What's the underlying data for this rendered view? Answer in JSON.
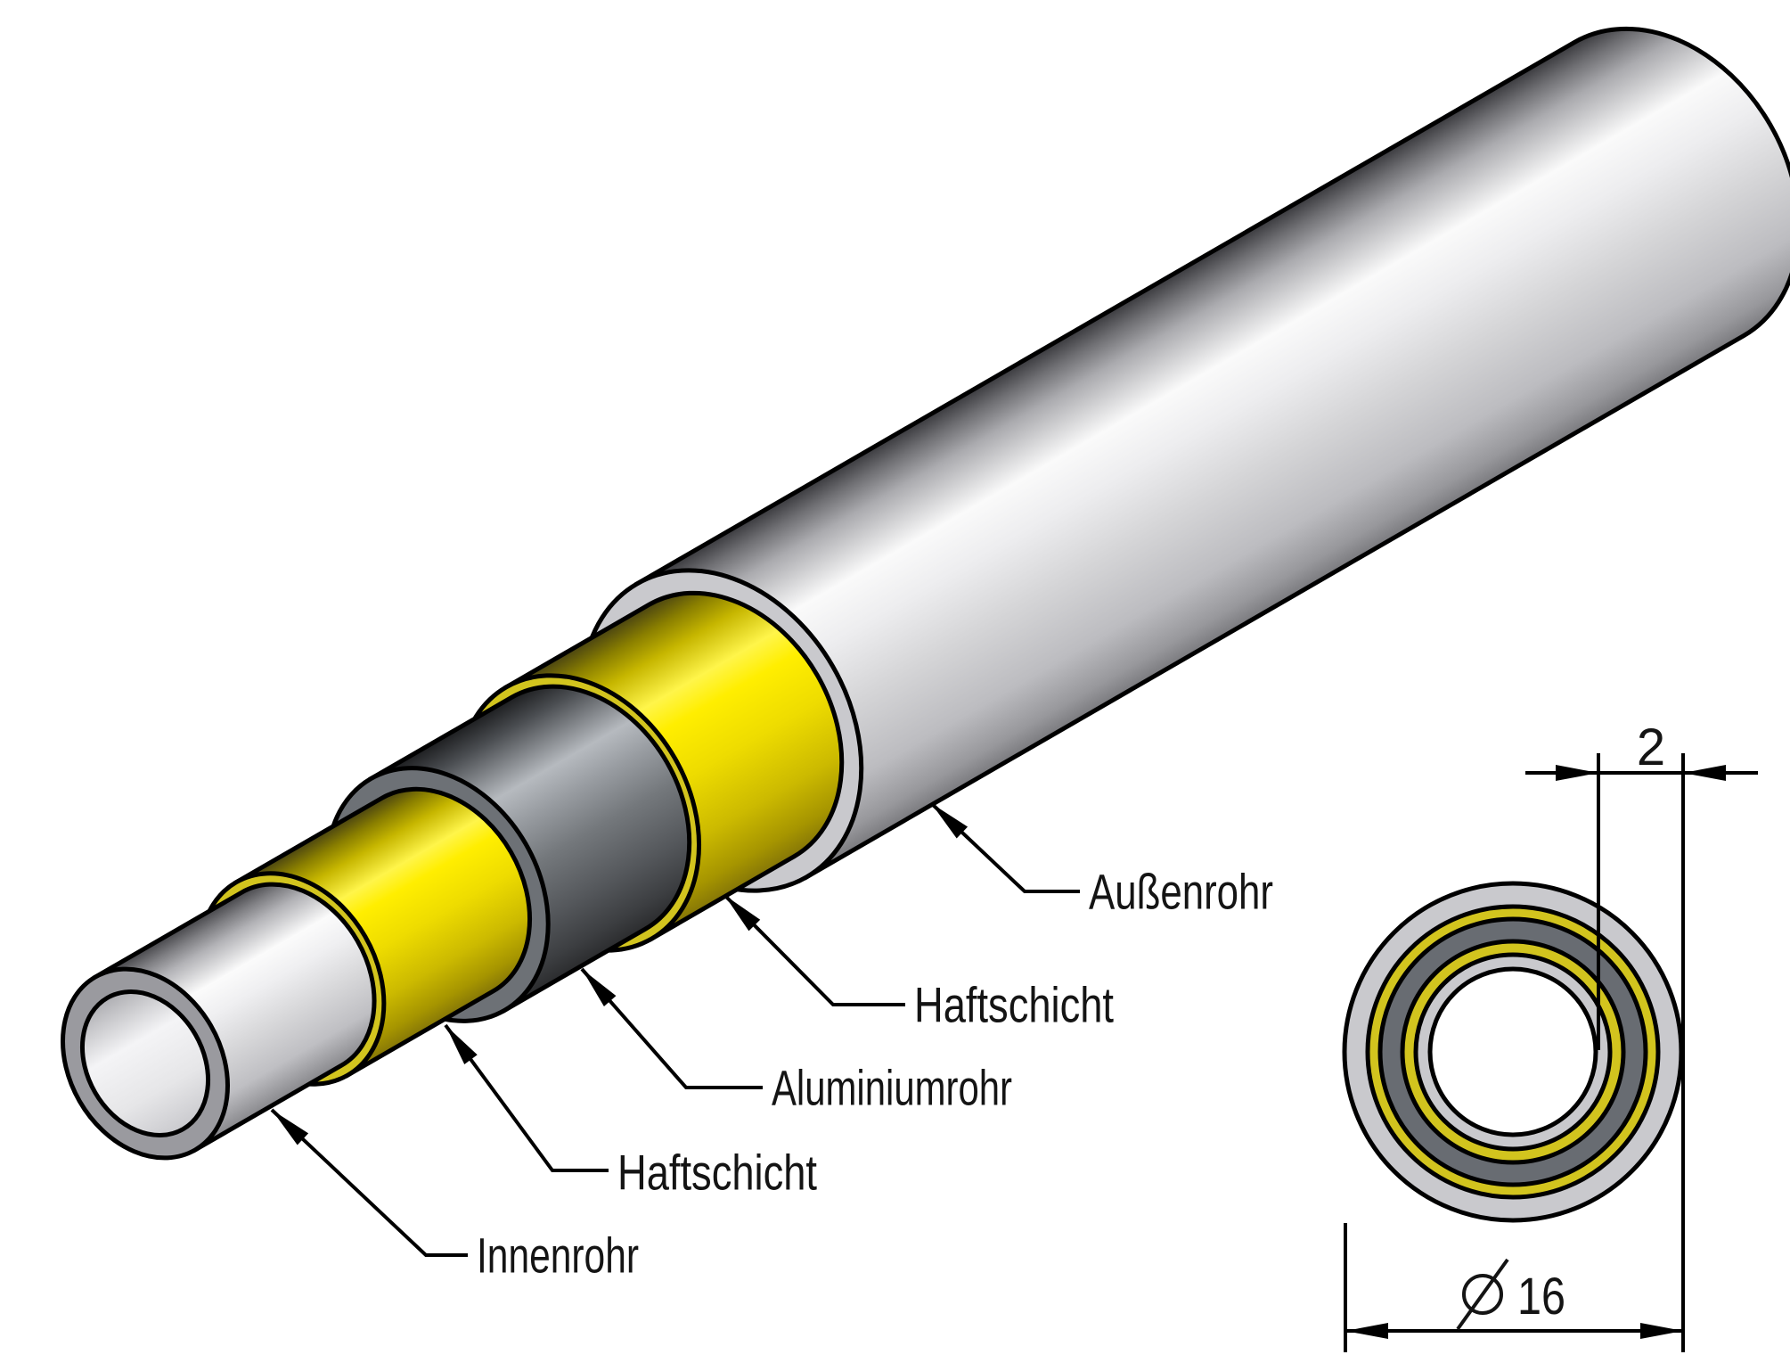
{
  "diagram": {
    "type": "technical-illustration",
    "subject": "multilayer composite pipe cutaway with cross-section",
    "labels": [
      {
        "id": "aussenrohr",
        "text": "Außenrohr",
        "layer": "outer-pipe"
      },
      {
        "id": "haftschicht-outer",
        "text": "Haftschicht",
        "layer": "adhesive-outer"
      },
      {
        "id": "aluminiumrohr",
        "text": "Aluminiumrohr",
        "layer": "aluminium-pipe"
      },
      {
        "id": "haftschicht-inner",
        "text": "Haftschicht",
        "layer": "adhesive-inner"
      },
      {
        "id": "innenrohr",
        "text": "Innenrohr",
        "layer": "inner-pipe"
      }
    ],
    "dimensions": {
      "wall_thickness": {
        "value": "2",
        "meaning": "wall thickness"
      },
      "outer_diameter": {
        "value": "16",
        "symbol": "⌀",
        "meaning": "outer diameter"
      }
    },
    "colors": {
      "outer_pipe_silver": "#d5d5d7",
      "adhesive_yellow": "#f0e000",
      "aluminium_grey": "#65696e",
      "cut_face_grey": "#c9c9cd",
      "cut_face_yellow": "#d2c41e",
      "line_black": "#000000",
      "background": "#ffffff"
    }
  }
}
